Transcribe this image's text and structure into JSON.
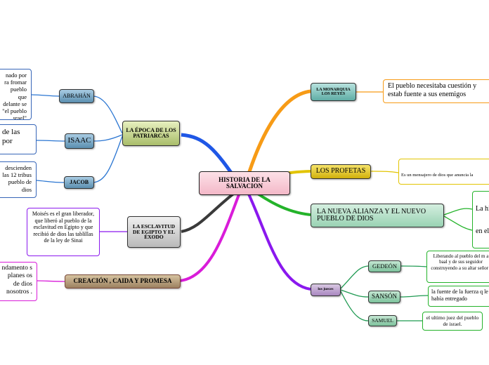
{
  "central": "HISTORIA DE LA SALVACION",
  "left": {
    "patriarcas": {
      "label": "LA ÉPOCA DE LOS PATRIARCAS",
      "abrahan": {
        "label": "ABRAHÁN",
        "text": "nado por ra fromar pueblo que delante se \"el pueblo srael\""
      },
      "isaac": {
        "label": "ISAAC",
        "text": "de las por"
      },
      "jacob": {
        "label": "JACOB",
        "text": "descienden las 12 tribus pueblo de dios"
      }
    },
    "exodo": {
      "label": "LA ESCLAVITUD DE EGIPTO Y EL ÉXODO",
      "text": "Moisés es el gran liberador, que liberó al pueblo de la esclavitud en Egipto y que recibió de dios las tablillas de la ley de Sinai"
    },
    "creacion": {
      "label": "CREACIÓN , CAIDA Y PROMESA",
      "text": "ndamento s planes os de dios nosotros ."
    }
  },
  "right": {
    "monarquia": {
      "label": "LA MONARQUIA LOS REYES",
      "text": "El pueblo necesitaba cuestión y estab fuente a sus enemigos"
    },
    "profetas": {
      "label": "LOS PROFETAS",
      "text": "Es un mensajero de dios que anuncia la"
    },
    "alianza": {
      "label": "LA NUEVA ALIANZA Y EL NUEVO PUEBLO DE DIOS",
      "text_top": "La hi",
      "text_bottom": "en el"
    },
    "jueces": {
      "label": "los jueces",
      "gedeon": {
        "label": "GEDEÓN",
        "text": "Liberando al pueblo del m a baal y de sus seguidor construyendo a su altar señor ."
      },
      "sanson": {
        "label": "SANSÓN",
        "text": "la fuente de la fuerza q le había entregado"
      },
      "samuel": {
        "label": "SAMUEL",
        "text": "el ultimo juez del pueblo de israel."
      }
    }
  },
  "colors": {
    "branch_patriarcas": "#1f57e6",
    "branch_exodo": "#3a3a3a",
    "branch_creacion": "#d91cd9",
    "branch_monarquia": "#f79b16",
    "branch_profetas": "#e2c400",
    "branch_alianza": "#24b32a",
    "branch_jueces": "#8a18ee",
    "sub_left": "#2b76d2",
    "sub_jueces": "#1f9a52"
  }
}
